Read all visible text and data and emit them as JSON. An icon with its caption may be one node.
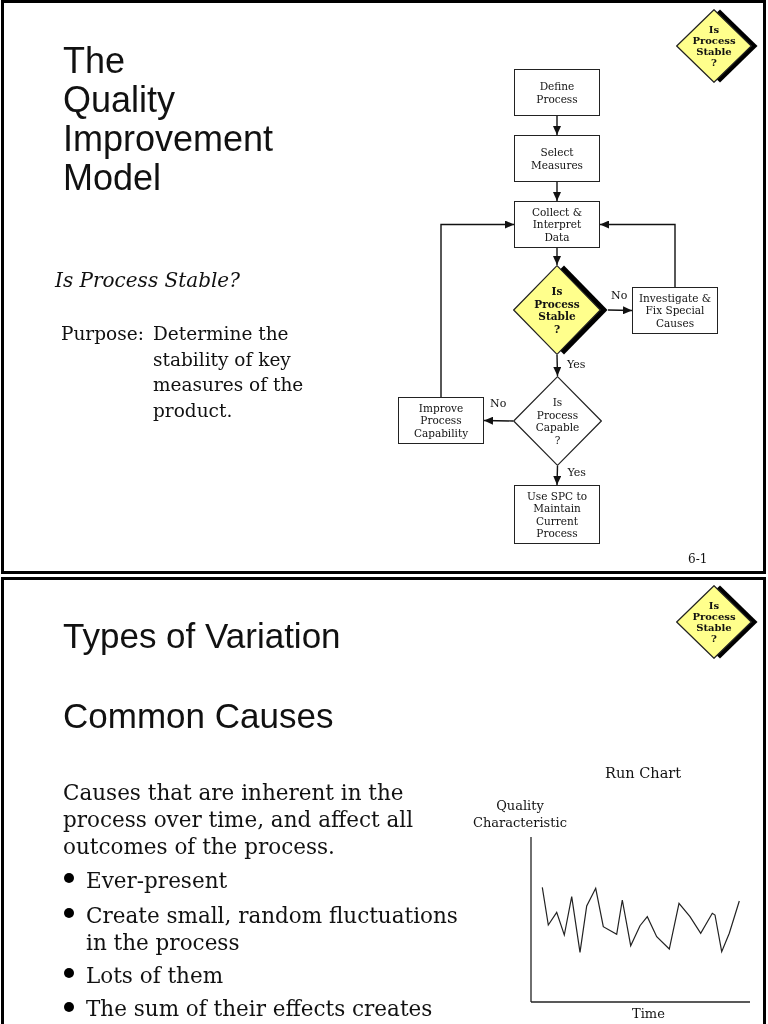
{
  "diagram": {
    "title": "The Quality Improvement Model",
    "nodes": [
      {
        "text": [
          "Is Process Stable ?"
        ]
      },
      {
        "text": [
          "Define Process"
        ]
      },
      {
        "text": [
          "Select Measures"
        ]
      },
      {
        "text": [
          "Collect & Interpret Data"
        ]
      },
      {
        "text": [
          "Is Process Stable ?"
        ]
      },
      {
        "text": [
          "Investigate & Fix Special Causes"
        ]
      },
      {
        "text": [
          "Improve Process Capability"
        ]
      },
      {
        "text": [
          "Is Process Capable ?"
        ]
      },
      {
        "text": [
          "Use SPC to Maintain Current Process"
        ]
      },
      {
        "text": [
          "Is Process Stable ?"
        ]
      }
    ],
    "edges": [
      {
        "from": 1,
        "to": 2,
        "arrow": "to"
      },
      {
        "from": 2,
        "to": 3,
        "arrow": "to"
      },
      {
        "from": 3,
        "to": 4,
        "arrow": "to"
      },
      {
        "from": 4,
        "to": 5,
        "arrow": "to",
        "label": "No"
      },
      {
        "from": 5,
        "to": 3,
        "arrow": "to"
      },
      {
        "from": 4,
        "to": 7,
        "arrow": "to",
        "label": "Yes"
      },
      {
        "from": 7,
        "to": 6,
        "arrow": "to",
        "label": "No"
      },
      {
        "from": 6,
        "to": 3,
        "arrow": "to"
      },
      {
        "from": 7,
        "to": 8,
        "arrow": "to",
        "label": "Yes"
      }
    ],
    "labels": [
      "Is Process Stable?",
      "Purpose:",
      "Determine the stability of key measures of the product.",
      "6-1",
      "Types of Variation",
      "Common Causes",
      "Causes that are inherent in the process over time, and affect all outcomes of the process.",
      "Ever-present",
      "Create small, random fluctuations in the process",
      "Lots of them",
      "The sum of their effects creates",
      "Run Chart",
      "Quality Characteristic",
      "Time"
    ]
  }
}
